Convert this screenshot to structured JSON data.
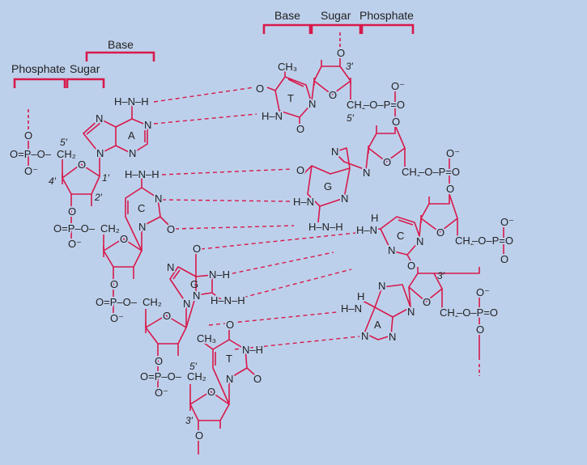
{
  "headers": {
    "left": {
      "phosphate": "Phosphate",
      "sugar": "Sugar",
      "base": "Base"
    },
    "right": {
      "base": "Base",
      "sugar": "Sugar",
      "phosphate": "Phosphate"
    }
  },
  "bases": {
    "left": [
      "A",
      "C",
      "G",
      "T"
    ],
    "right": [
      "T",
      "G",
      "C",
      "A"
    ]
  },
  "primes": {
    "p1": "1′",
    "p2": "2′",
    "p3": "3′",
    "p4": "4′",
    "p5": "5′"
  },
  "atoms": {
    "O": "O",
    "N": "N",
    "O_minus": "O⁻",
    "CH2": "CH₂",
    "CH3": "CH₃",
    "NH2": "H–N–H",
    "NH": "N–H",
    "HN": "H–N",
    "H": "H",
    "phos_left": "O=P–O–",
    "phos_right": "–O–P=O"
  },
  "colors": {
    "background": "#bdd0eb",
    "structure": "#d7194b",
    "text": "#222222"
  }
}
